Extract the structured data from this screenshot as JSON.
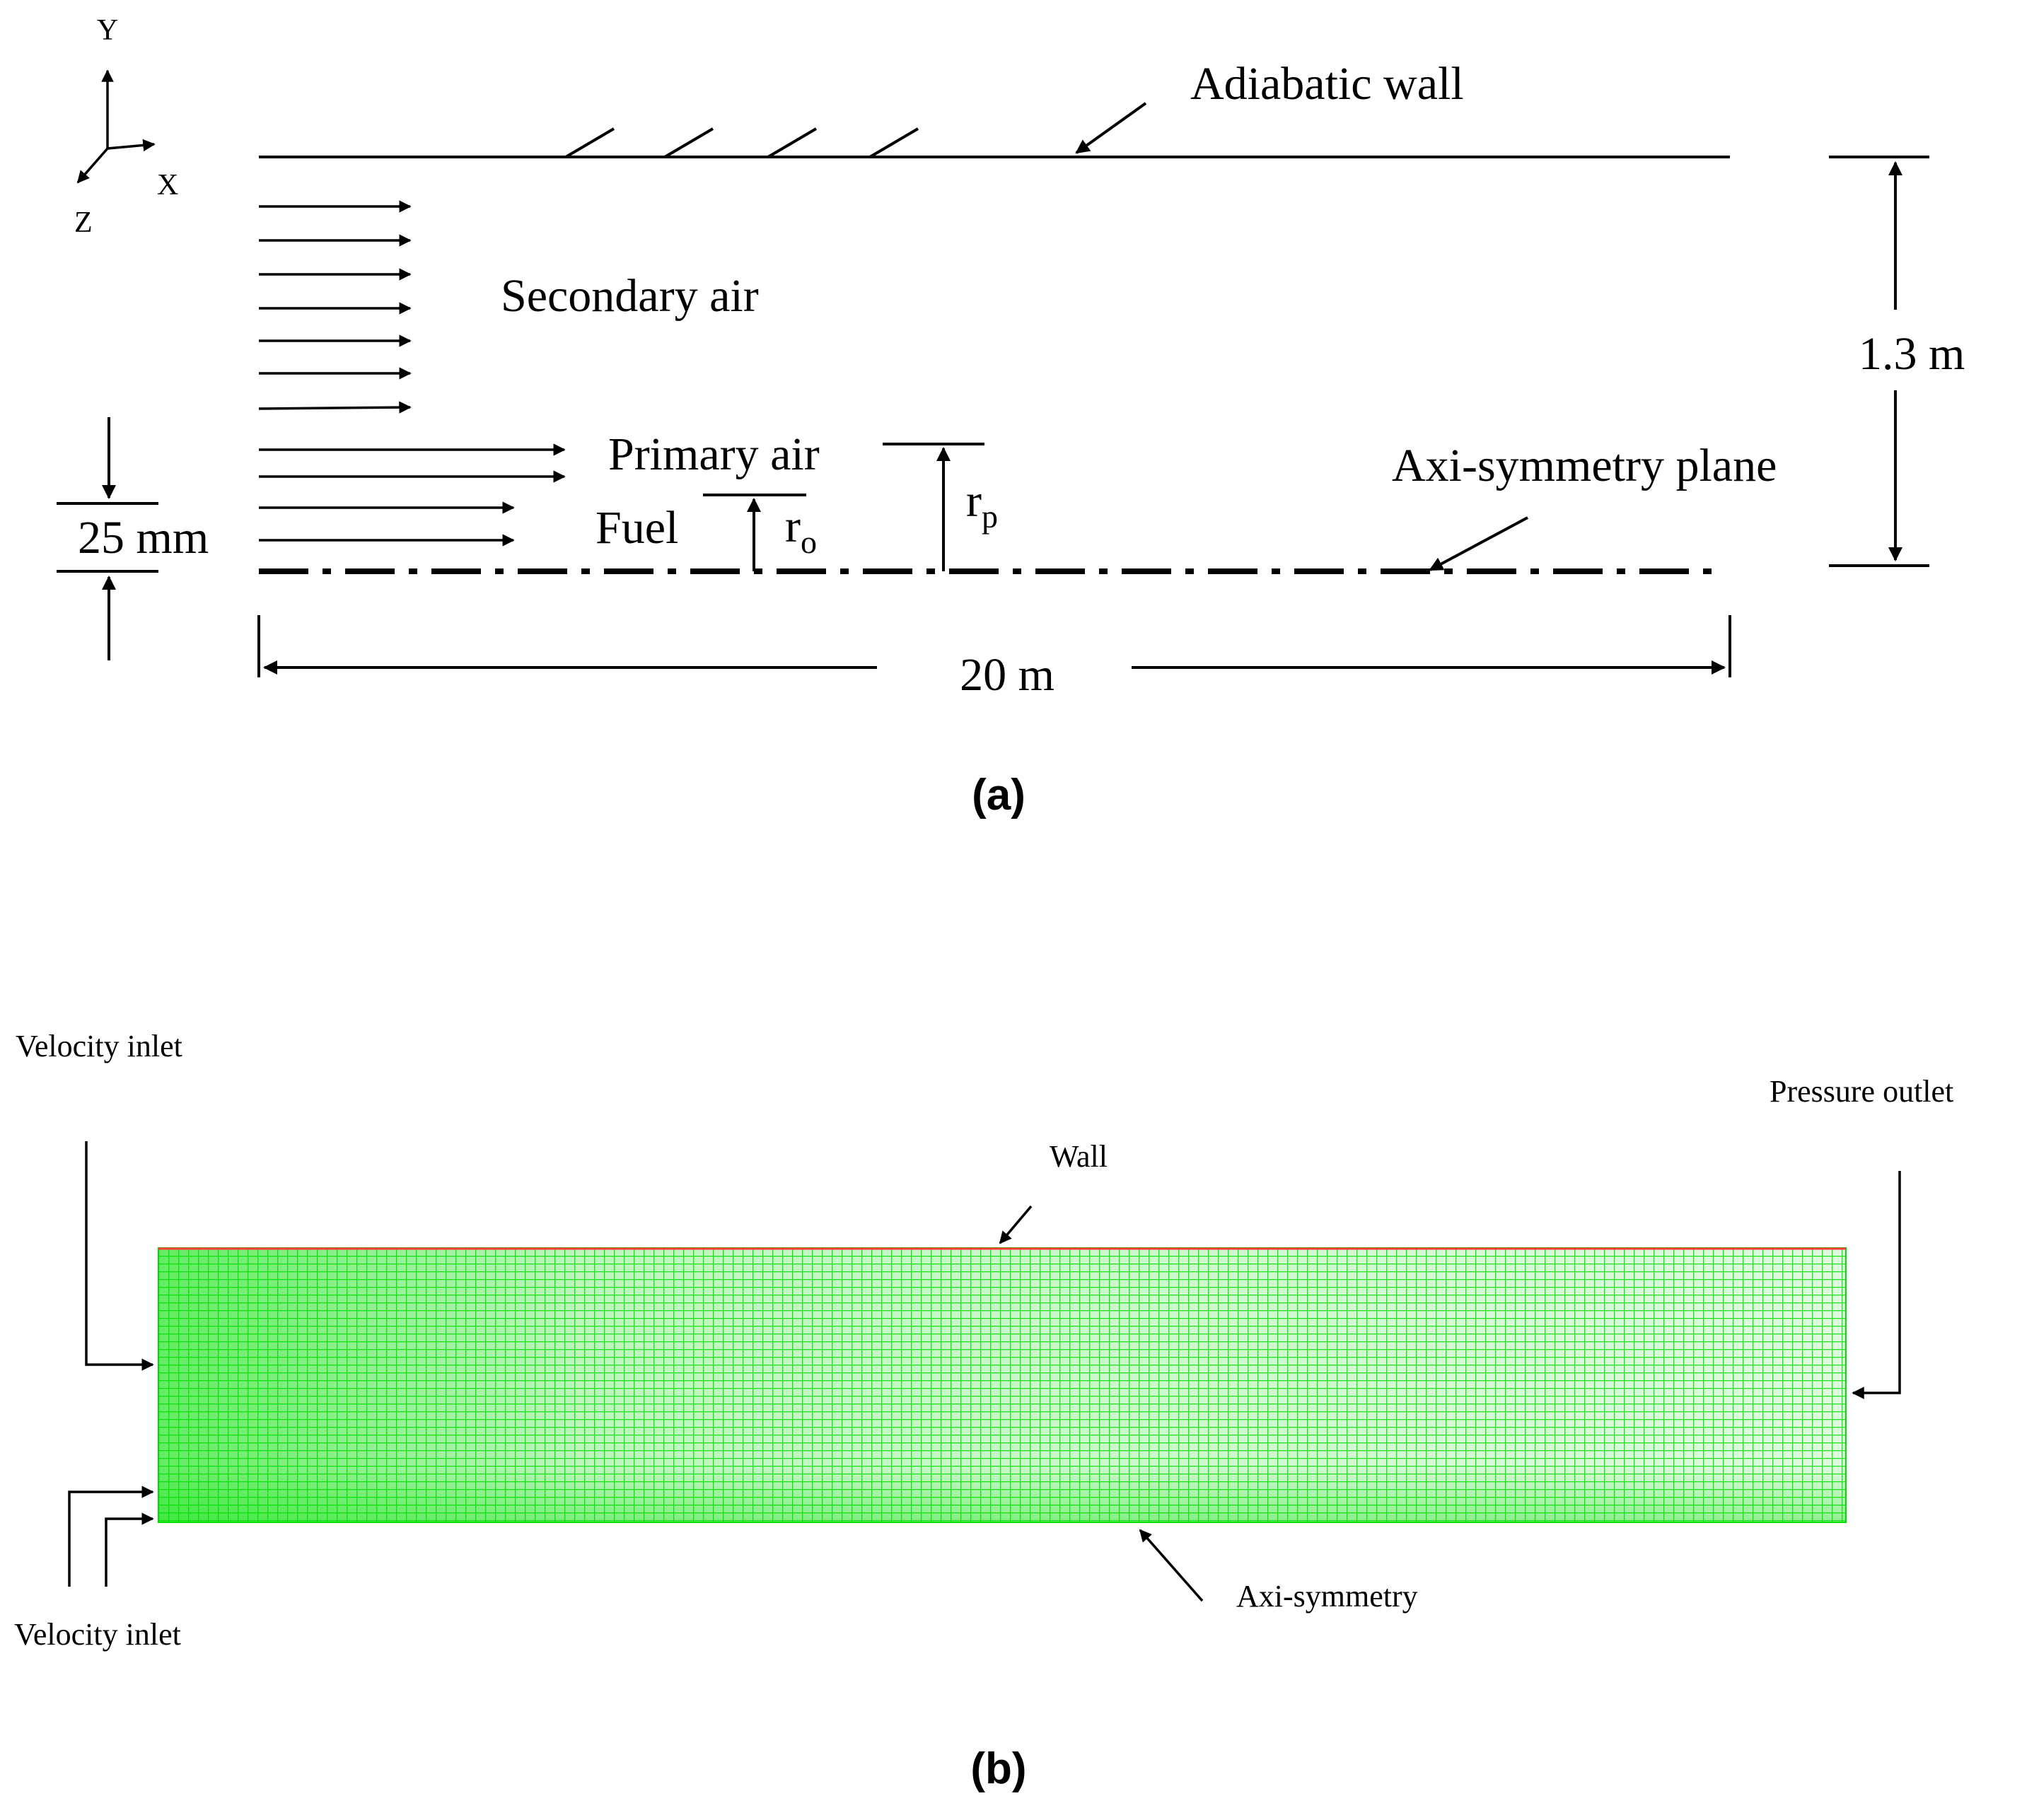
{
  "panel_a": {
    "label": "(a)",
    "axis_y": "Y",
    "axis_x": "X",
    "axis_z": "Z",
    "adiabatic_wall": "Adiabatic  wall",
    "secondary_air": "Secondary  air",
    "primary_air": "Primary  air",
    "fuel": "Fuel",
    "r_o_base": "r",
    "r_o_sub": "o",
    "r_p_base": "r",
    "r_p_sub": "p",
    "axi_symmetry_plane": "Axi-symmetry  plane",
    "height_dim": "1.3 m",
    "inlet_dim": "25 mm",
    "length_dim": "20 m"
  },
  "panel_b": {
    "label": "(b)",
    "velocity_inlet_top": "Velocity inlet",
    "velocity_inlet_bottom": "Velocity inlet",
    "wall": "Wall",
    "pressure_outlet": "Pressure outlet",
    "axi_symmetry": "Axi-symmetry",
    "mesh_color": "#00ee00",
    "wall_color": "#ff3b3b"
  }
}
